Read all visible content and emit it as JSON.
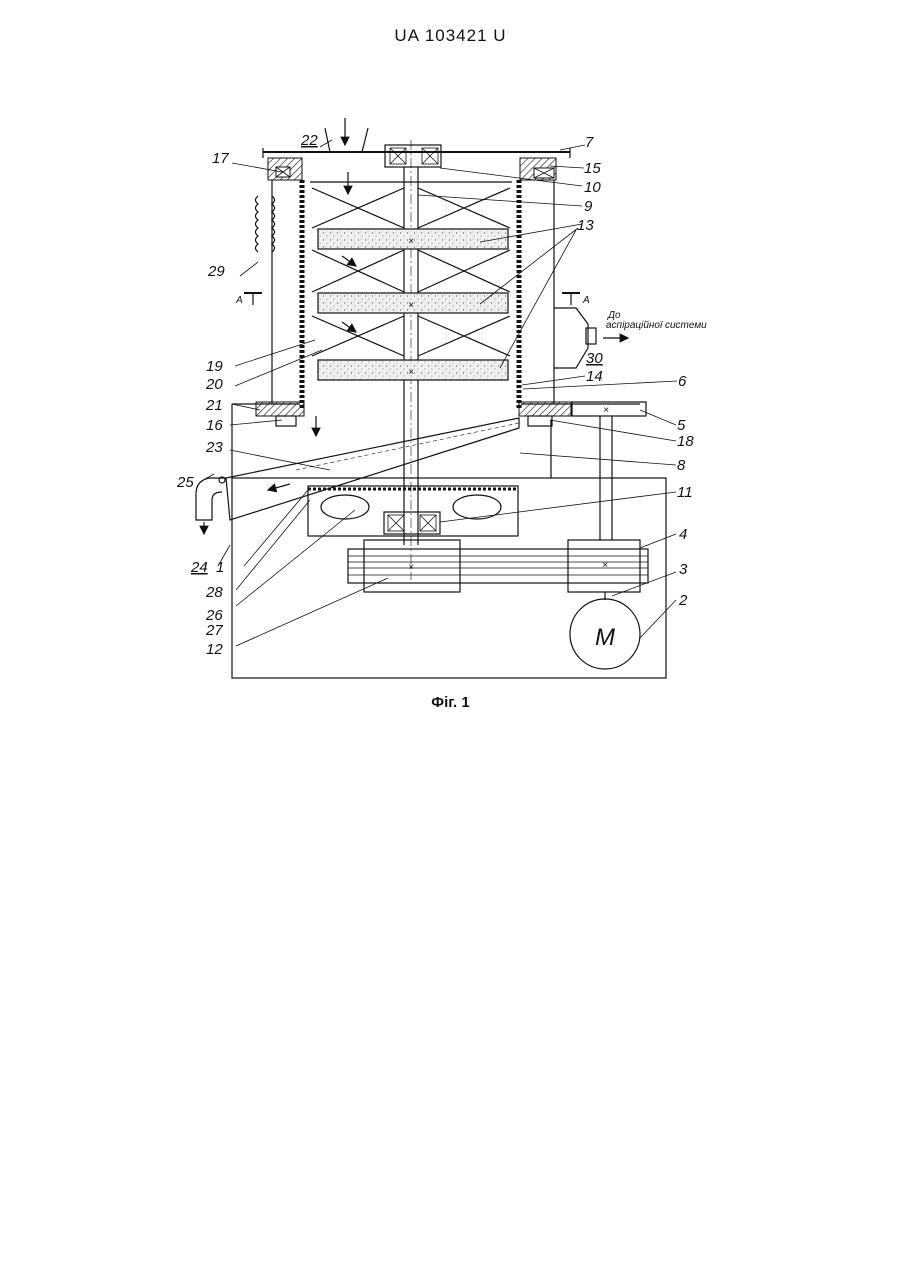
{
  "header": {
    "doc_number": "UA   103421   U"
  },
  "figure": {
    "caption": "Фіг. 1",
    "motor_symbol": "M",
    "section_mark": "A",
    "exhaust_note_line1": "До",
    "exhaust_note_line2": "аспіраційної системи",
    "labels": {
      "n1": "1",
      "n2": "2",
      "n3": "3",
      "n4": "4",
      "n5": "5",
      "n6": "6",
      "n7": "7",
      "n8": "8",
      "n9": "9",
      "n10": "10",
      "n11": "11",
      "n12": "12",
      "n13": "13",
      "n14": "14",
      "n15": "15",
      "n16": "16",
      "n17": "17",
      "n18": "18",
      "n19": "19",
      "n20": "20",
      "n21": "21",
      "n22": "22",
      "n23": "23",
      "n24": "24",
      "n25": "25",
      "n26": "26",
      "n27": "27",
      "n28": "28",
      "n29": "29",
      "n30": "30"
    }
  }
}
